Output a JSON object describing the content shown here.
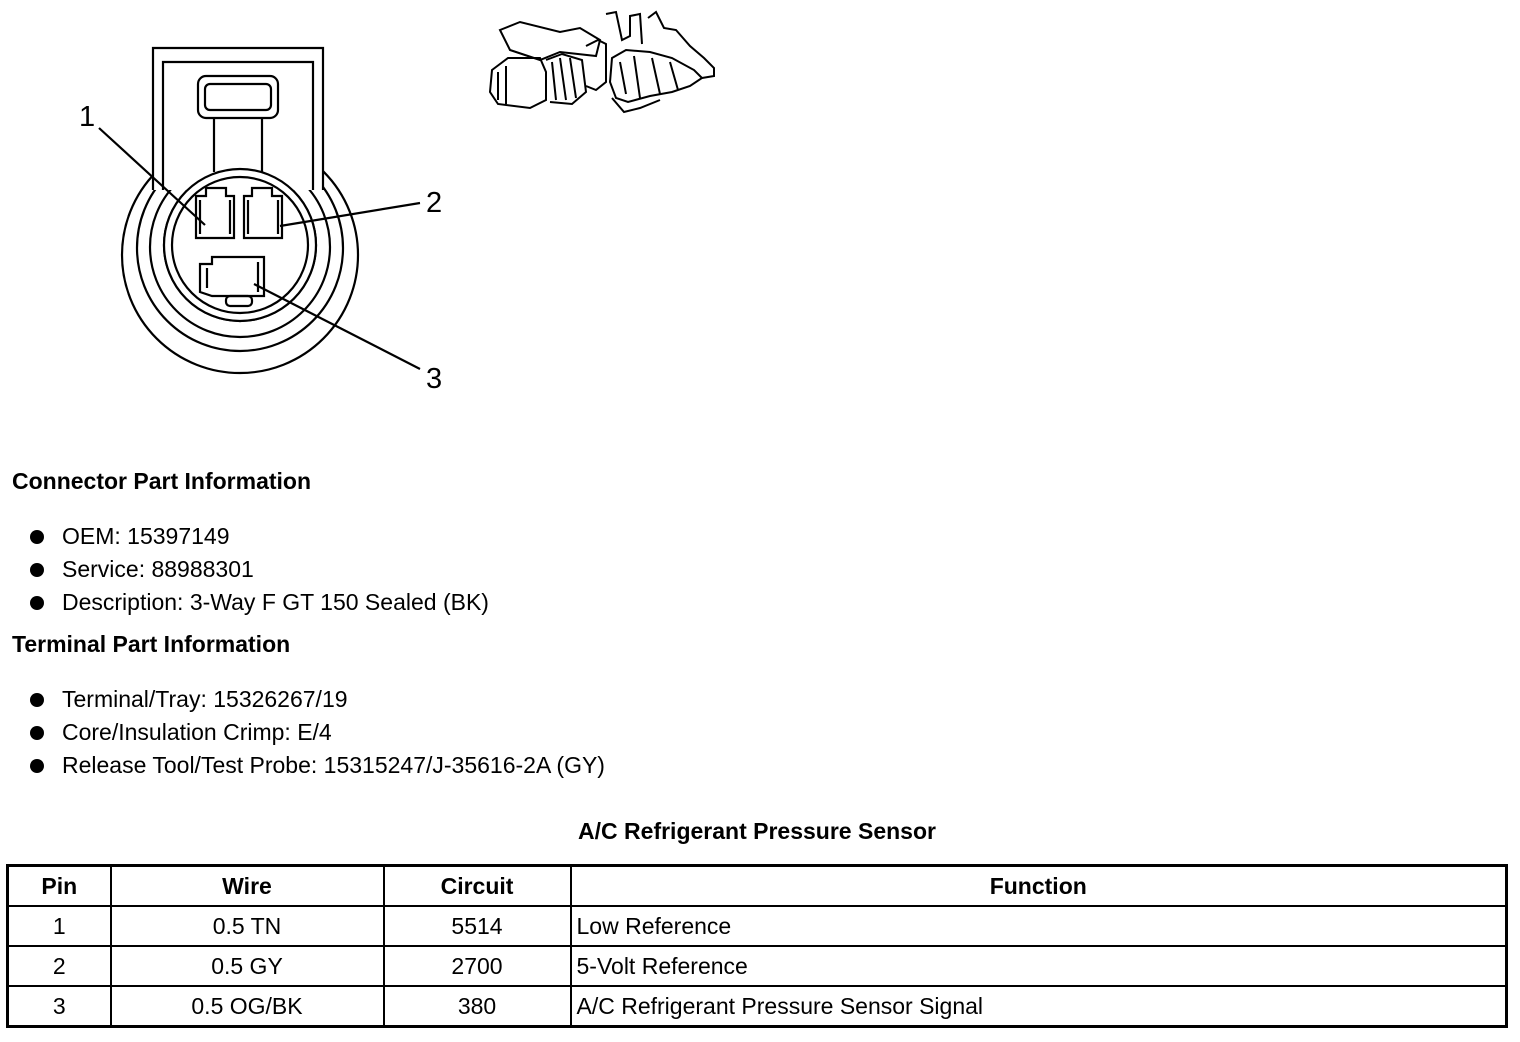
{
  "diagram": {
    "pin_callouts": [
      "1",
      "2",
      "3"
    ]
  },
  "connector_info": {
    "heading": "Connector Part Information",
    "items": [
      "OEM: 15397149",
      "Service: 88988301",
      "Description: 3-Way F GT 150 Sealed (BK)"
    ]
  },
  "terminal_info": {
    "heading": "Terminal Part Information",
    "items": [
      "Terminal/Tray: 15326267/19",
      "Core/Insulation Crimp: E/4",
      "Release Tool/Test Probe: 15315247/J-35616-2A (GY)"
    ]
  },
  "pin_table": {
    "caption": "A/C Refrigerant Pressure Sensor",
    "headers": [
      "Pin",
      "Wire",
      "Circuit",
      "Function"
    ],
    "rows": [
      [
        "1",
        "0.5 TN",
        "5514",
        "Low Reference"
      ],
      [
        "2",
        "0.5 GY",
        "2700",
        "5-Volt Reference"
      ],
      [
        "3",
        "0.5 OG/BK",
        "380",
        "A/C Refrigerant Pressure Sensor Signal"
      ]
    ]
  }
}
